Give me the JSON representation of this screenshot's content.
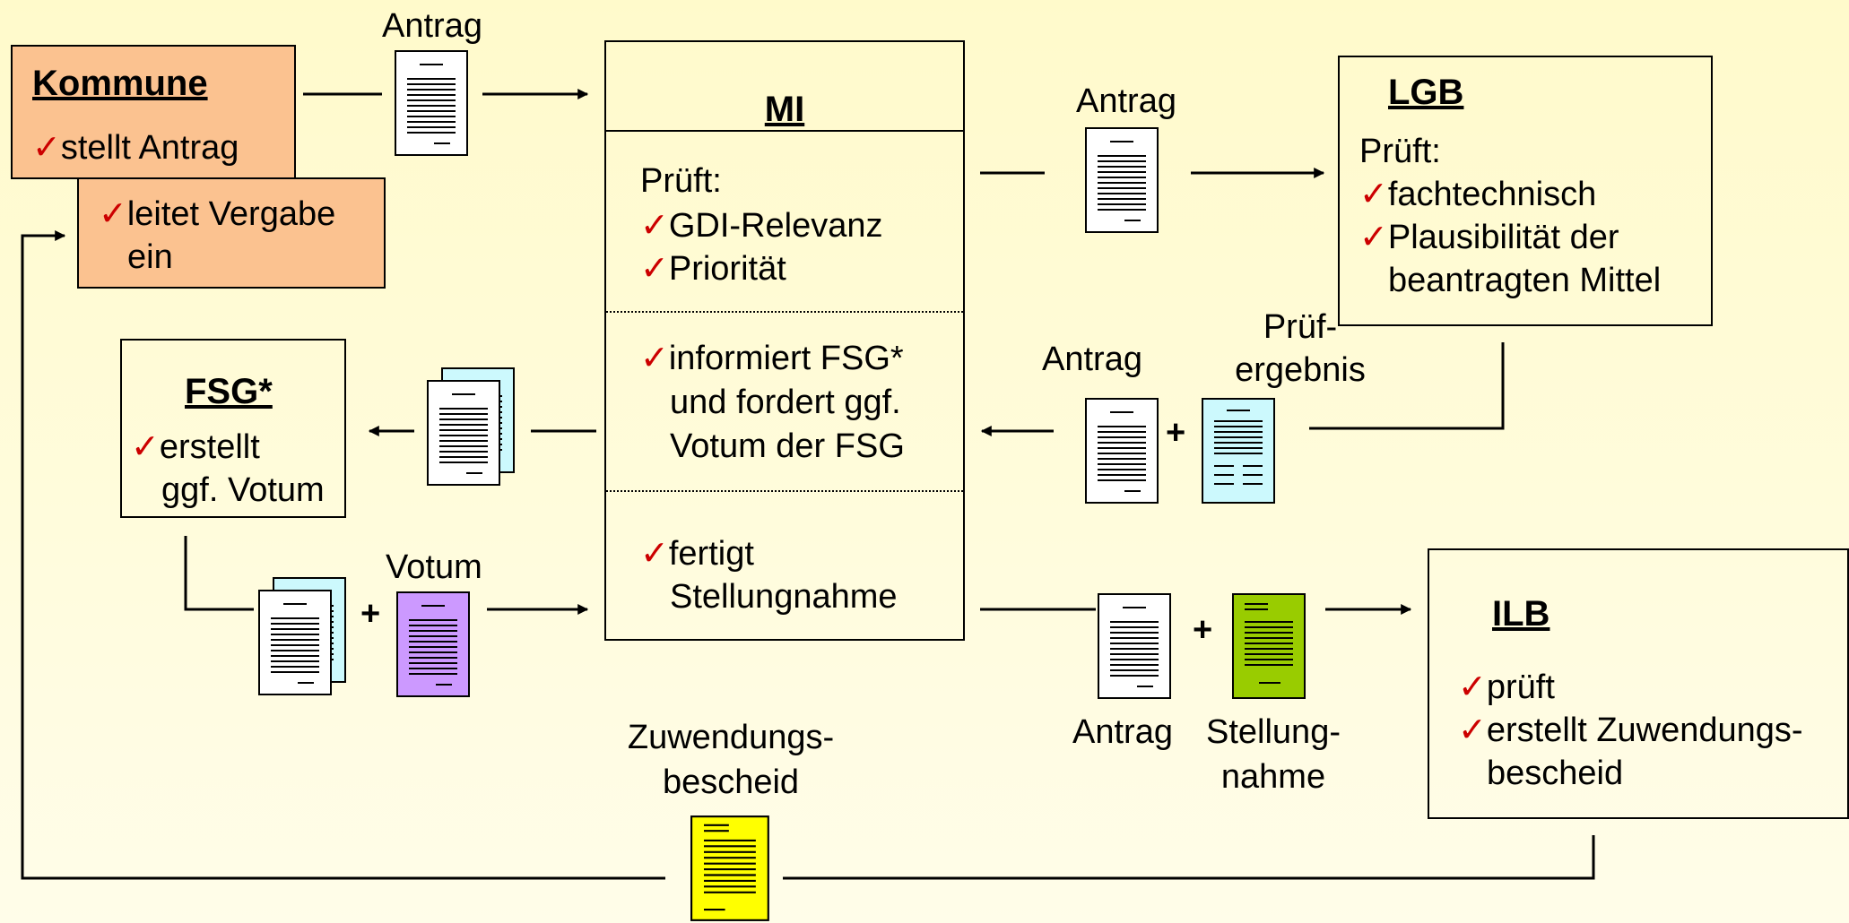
{
  "colors": {
    "background": "#fffacb",
    "kommune_box": "#fbc290",
    "check_mark": "#cc0000",
    "doc_white": "#ffffff",
    "doc_cyan": "#ccf9fd",
    "doc_purple": "#cc99ff",
    "doc_green": "#99cc00",
    "doc_yellow": "#ffff00"
  },
  "check_symbol": "✓",
  "plus_symbol": "+",
  "kommune": {
    "title": "Kommune",
    "items": [
      "stellt Antrag"
    ],
    "sub_items": [
      "leitet Vergabe",
      "ein"
    ]
  },
  "mi": {
    "title": "MI",
    "section1_head": "Prüft:",
    "section1_items": [
      "GDI-Relevanz",
      "Priorität"
    ],
    "section2_lines": [
      "informiert FSG*",
      "und fordert ggf.",
      "Votum der FSG"
    ],
    "section3_lines": [
      "fertigt",
      "Stellungnahme"
    ]
  },
  "lgb": {
    "title": "LGB",
    "head": "Prüft:",
    "items": [
      "fachtechnisch",
      "Plausibilität der"
    ],
    "continuation": "beantragten Mittel"
  },
  "fsg": {
    "title": "FSG*",
    "lines": [
      "erstellt",
      "ggf. Votum"
    ]
  },
  "ilb": {
    "title": "ILB",
    "items": [
      "prüft",
      "erstellt Zuwendungs-"
    ],
    "continuation": "bescheid"
  },
  "labels": {
    "antrag_top": "Antrag",
    "antrag_mid": "Antrag",
    "antrag_lower": "Antrag",
    "pruef_line1": "Prüf-",
    "pruef_line2": "ergebnis",
    "votum": "Votum",
    "antrag_bottom": "Antrag",
    "stellung_line1": "Stellung-",
    "stellung_line2": "nahme",
    "zuwendung_line1": "Zuwendungs-",
    "zuwendung_line2": "bescheid"
  }
}
